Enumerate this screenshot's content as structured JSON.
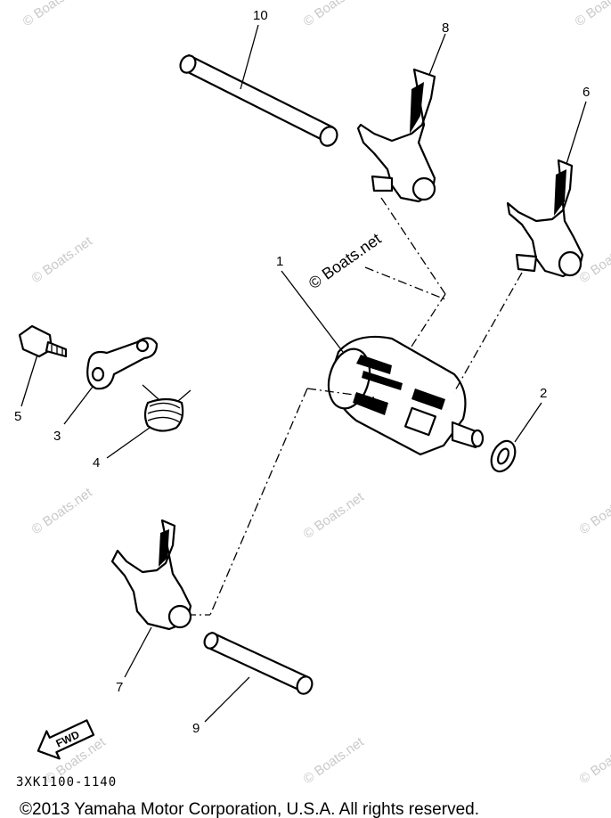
{
  "callouts": {
    "c1": "1",
    "c2": "2",
    "c3": "3",
    "c4": "4",
    "c5": "5",
    "c6": "6",
    "c7": "7",
    "c8": "8",
    "c9": "9",
    "c10": "10"
  },
  "watermark": "© Boats.net",
  "arrow_label": "FWD",
  "part_code": "3XK1100-1140",
  "copyright": "©2013 Yamaha Motor Corporation, U.S.A. All rights reserved."
}
